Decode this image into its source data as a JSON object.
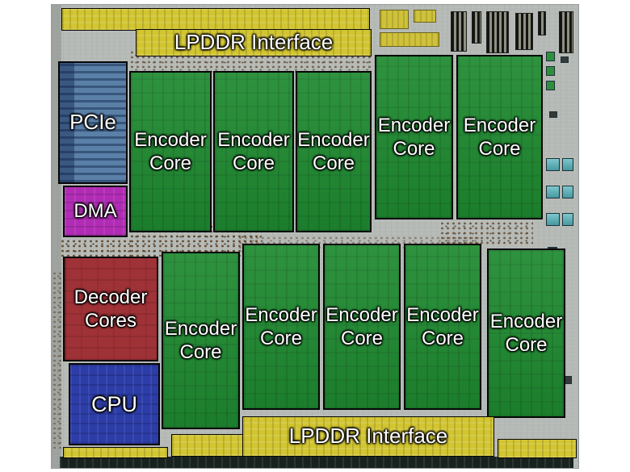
{
  "die": {
    "interfaces": {
      "top": {
        "label": "LPDDR Interface"
      },
      "bottom": {
        "label": "LPDDR Interface"
      }
    },
    "blocks": {
      "pcie": {
        "label": "PCIe",
        "color": "#5a80a8"
      },
      "dma": {
        "label": "DMA",
        "color": "#b12cb5"
      },
      "decoder": {
        "label": "Decoder Cores",
        "color": "#9f3237"
      },
      "cpu": {
        "label": "CPU",
        "color": "#2c3da8"
      },
      "encoder": {
        "label": "Encoder Core",
        "count": 10,
        "color": "#1e8a30"
      }
    },
    "colors": {
      "lpddr_yellow": "#d2c531",
      "die_background": "#b6bab6",
      "block_border": "#060606"
    }
  }
}
